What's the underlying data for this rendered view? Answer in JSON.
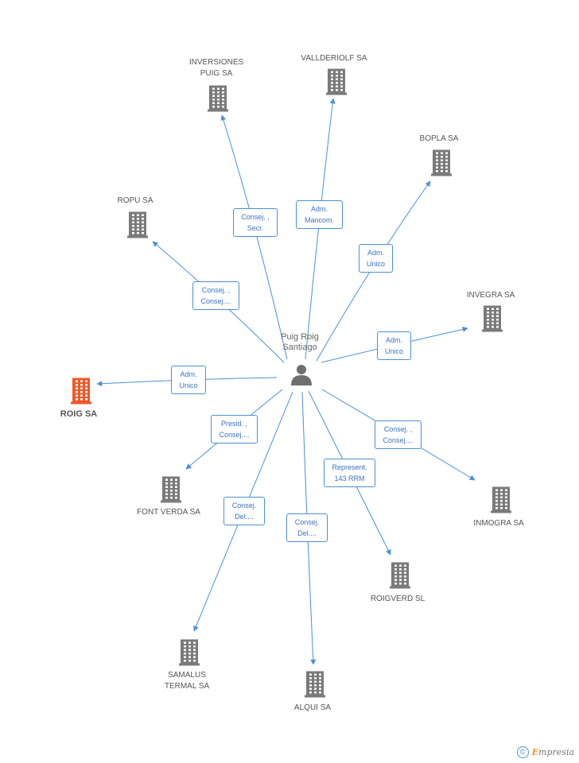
{
  "colors": {
    "edge": "#4a90d9",
    "building": "#7a7a7a",
    "focus_building": "#f0582a",
    "person": "#6f6f6f"
  },
  "center": {
    "label": "Puig Roig\nSantiago",
    "icon": "person-icon"
  },
  "companies": [
    {
      "id": "inversiones",
      "label": "INVERSIONES\nPUIG SA",
      "focus": false
    },
    {
      "id": "vallderiolf",
      "label": "VALLDERIOLF SA",
      "focus": false
    },
    {
      "id": "bopla",
      "label": "BOPLA SA",
      "focus": false
    },
    {
      "id": "ropu",
      "label": "ROPU SA",
      "focus": false
    },
    {
      "id": "invegra",
      "label": "INVEGRA SA",
      "focus": false
    },
    {
      "id": "roig",
      "label": "ROIG SA",
      "focus": true
    },
    {
      "id": "fontverda",
      "label": "FONT VERDA SA",
      "focus": false
    },
    {
      "id": "inmogra",
      "label": "INMOGRA SA",
      "focus": false
    },
    {
      "id": "roigverd",
      "label": "ROIGVERD  SL",
      "focus": false
    },
    {
      "id": "samalus",
      "label": "SAMALUS\nTERMAL SA",
      "focus": false
    },
    {
      "id": "alqui",
      "label": "ALQUI SA",
      "focus": false
    }
  ],
  "relations": [
    {
      "to": "inversiones",
      "label": "Consej. ,\nSecr."
    },
    {
      "to": "vallderiolf",
      "label": "Adm.\nMancom."
    },
    {
      "to": "bopla",
      "label": "Adm.\nUnico"
    },
    {
      "to": "ropu",
      "label": "Consej. ,\nConsej...."
    },
    {
      "to": "invegra",
      "label": "Adm.\nUnico"
    },
    {
      "to": "roig",
      "label": "Adm.\nUnico"
    },
    {
      "to": "fontverda",
      "label": "Presid. ,\nConsej...."
    },
    {
      "to": "inmogra",
      "label": "Consej. ,\nConsej...."
    },
    {
      "to": "roigverd",
      "label": "Represent.\n143 RRM"
    },
    {
      "to": "samalus",
      "label": "Consej.\nDel...."
    },
    {
      "to": "alqui",
      "label": "Consej.\nDel...."
    }
  ],
  "footer": {
    "copyright": "©",
    "brand_initial": "E",
    "brand_rest": "mpresia"
  }
}
